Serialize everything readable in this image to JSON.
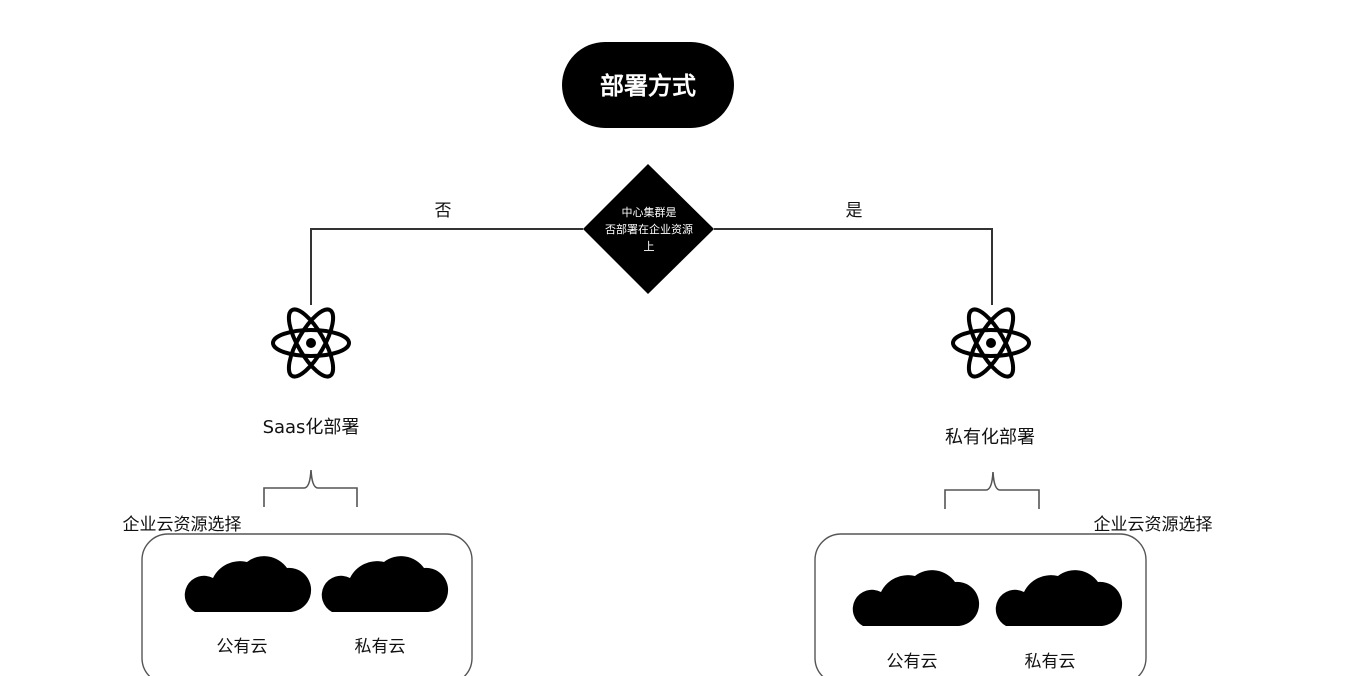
{
  "title": "部署方式",
  "decision": {
    "line1": "中心集群是",
    "line2": "否部署在企业资源",
    "line3": "上"
  },
  "branches": {
    "no_label": "否",
    "yes_label": "是"
  },
  "left_branch": {
    "icon": "atom-icon",
    "label": "Saas化部署",
    "group_label": "企业云资源选择",
    "options": [
      "公有云",
      "私有云"
    ]
  },
  "right_branch": {
    "icon": "atom-icon",
    "label": "私有化部署",
    "group_label": "企业云资源选择",
    "options": [
      "公有云",
      "私有云"
    ]
  },
  "colors": {
    "fill": "#000000",
    "stroke": "#333333",
    "box_stroke": "#555555",
    "text_light": "#ffffff",
    "text_dark": "#111111"
  }
}
